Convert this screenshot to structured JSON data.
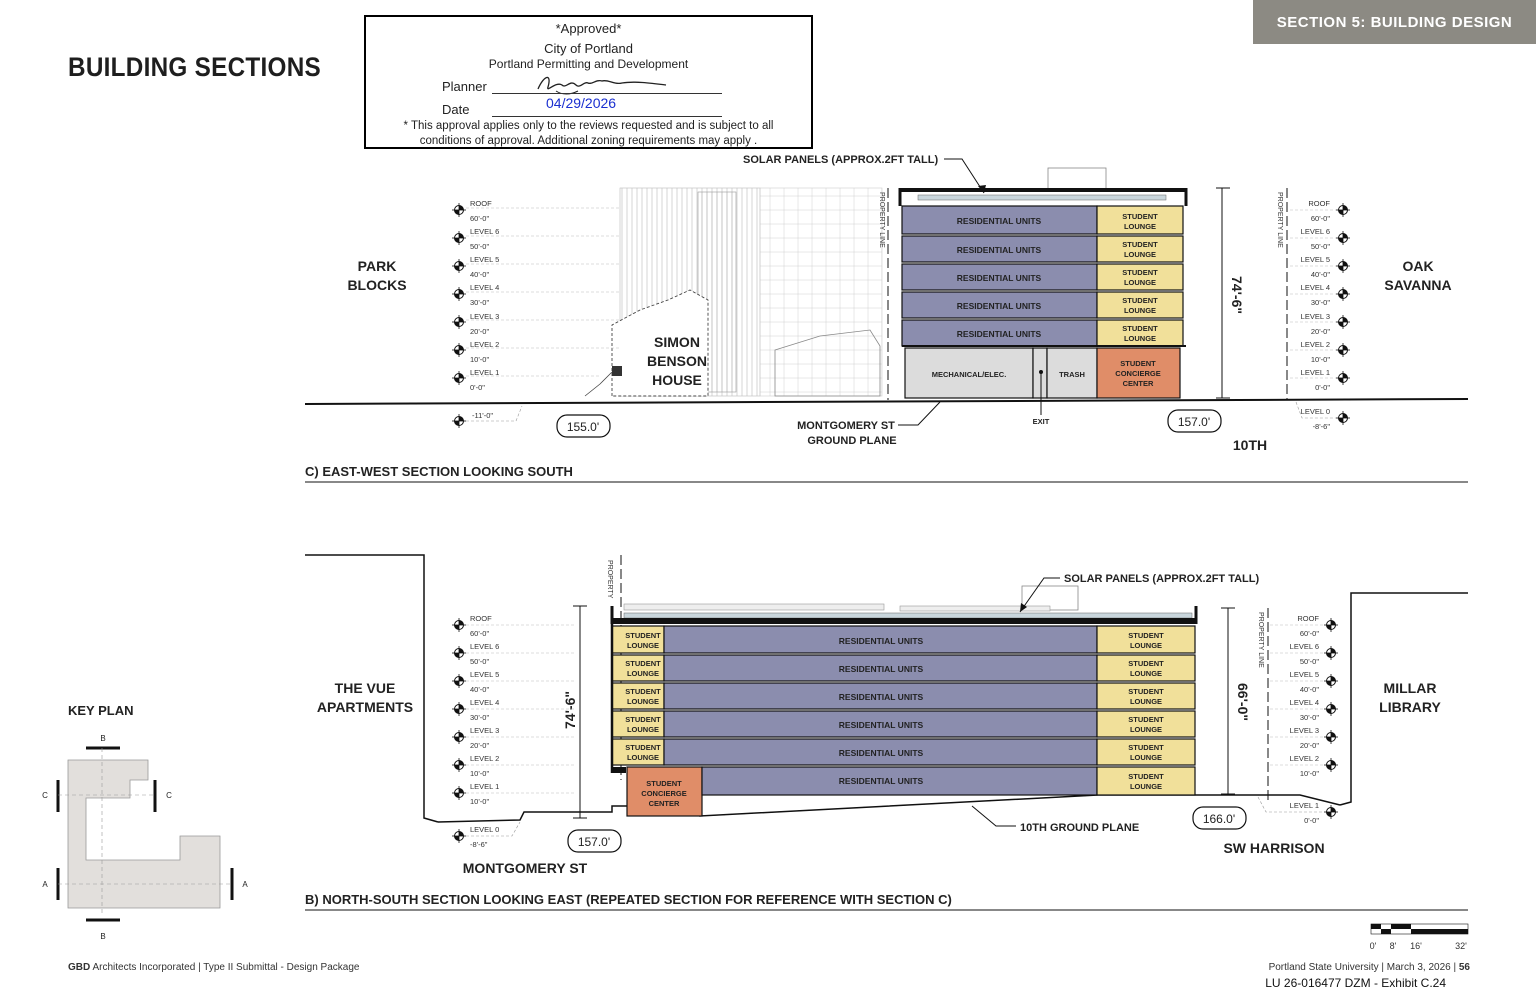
{
  "header": {
    "section_badge": "SECTION 5: BUILDING DESIGN",
    "page_title": "BUILDING SECTIONS"
  },
  "stamp": {
    "approved": "*Approved*",
    "city": "City of Portland",
    "bureau": "Portland Permitting and Development",
    "planner_label": "Planner",
    "date_label": "Date",
    "date_value": "04/29/2026",
    "note_line1": "* This approval applies only to the reviews requested and is subject to all",
    "note_line2": "conditions of approval. Additional zoning requirements may   apply  ."
  },
  "section_c": {
    "caption": "C)  EAST-WEST SECTION LOOKING SOUTH",
    "solar_label": "SOLAR PANELS (APPROX.2FT TALL)",
    "left_neighbor": [
      "PARK",
      "BLOCKS"
    ],
    "right_neighbor": [
      "OAK",
      "SAVANNA"
    ],
    "adjacent_building": [
      "SIMON",
      "BENSON",
      "HOUSE"
    ],
    "ground_label": [
      "MONTGOMERY ST",
      "GROUND PLANE"
    ],
    "street_right": "10TH",
    "height": "74'-6\"",
    "property_line": "PROPERTY LINE",
    "elev_left_value": "155.0'",
    "elev_right_value": "157.0'",
    "exit": "EXIT",
    "levels_left": [
      {
        "name": "ROOF",
        "value": "60'-0\""
      },
      {
        "name": "LEVEL 6",
        "value": "50'-0\""
      },
      {
        "name": "LEVEL 5",
        "value": "40'-0\""
      },
      {
        "name": "LEVEL 4",
        "value": "30'-0\""
      },
      {
        "name": "LEVEL 3",
        "value": "20'-0\""
      },
      {
        "name": "LEVEL 2",
        "value": "10'-0\""
      },
      {
        "name": "LEVEL 1",
        "value": "0'-0\""
      }
    ],
    "below_grade_left": "-11'-0\"",
    "levels_right": [
      {
        "name": "ROOF",
        "value": "60'-0\""
      },
      {
        "name": "LEVEL 6",
        "value": "50'-0\""
      },
      {
        "name": "LEVEL 5",
        "value": "40'-0\""
      },
      {
        "name": "LEVEL 4",
        "value": "30'-0\""
      },
      {
        "name": "LEVEL 3",
        "value": "20'-0\""
      },
      {
        "name": "LEVEL 2",
        "value": "10'-0\""
      },
      {
        "name": "LEVEL 1",
        "value": "0'-0\""
      }
    ],
    "level0_right": {
      "name": "LEVEL 0",
      "value": "-8'-6\""
    },
    "floors": [
      {
        "main": "RESIDENTIAL UNITS",
        "side": [
          "STUDENT",
          "LOUNGE"
        ]
      },
      {
        "main": "RESIDENTIAL UNITS",
        "side": [
          "STUDENT",
          "LOUNGE"
        ]
      },
      {
        "main": "RESIDENTIAL UNITS",
        "side": [
          "STUDENT",
          "LOUNGE"
        ]
      },
      {
        "main": "RESIDENTIAL UNITS",
        "side": [
          "STUDENT",
          "LOUNGE"
        ]
      },
      {
        "main": "RESIDENTIAL UNITS",
        "side": [
          "STUDENT",
          "LOUNGE"
        ]
      }
    ],
    "ground_floor": {
      "mech": "MECHANICAL/ELEC.",
      "trash": "TRASH",
      "concierge": [
        "STUDENT",
        "CONCIERGE",
        "CENTER"
      ]
    }
  },
  "section_b": {
    "caption": "B)  NORTH-SOUTH SECTION LOOKING EAST (REPEATED SECTION FOR REFERENCE WITH SECTION C)",
    "solar_label": "SOLAR PANELS (APPROX.2FT TALL)",
    "left_neighbor": [
      "THE VUE",
      "APARTMENTS"
    ],
    "right_neighbor": [
      "MILLAR",
      "LIBRARY"
    ],
    "street_left": "MONTGOMERY ST",
    "street_right": "SW HARRISON",
    "ground_label": "10TH GROUND PLANE",
    "height_left": "74'-6\"",
    "height_right": "66'-0\"",
    "property_label": "PROPERTY",
    "property_line": "PROPERTY LINE",
    "elev_left_value": "157.0'",
    "elev_right_value": "166.0'",
    "levels_left": [
      {
        "name": "ROOF",
        "value": "60'-0\""
      },
      {
        "name": "LEVEL 6",
        "value": "50'-0\""
      },
      {
        "name": "LEVEL 5",
        "value": "40'-0\""
      },
      {
        "name": "LEVEL 4",
        "value": "30'-0\""
      },
      {
        "name": "LEVEL 3",
        "value": "20'-0\""
      },
      {
        "name": "LEVEL 2",
        "value": "10'-0\""
      },
      {
        "name": "LEVEL 1",
        "value": "10'-0\""
      }
    ],
    "level0_left": {
      "name": "LEVEL 0",
      "value": "-8'-6\""
    },
    "levels_right": [
      {
        "name": "ROOF",
        "value": "60'-0\""
      },
      {
        "name": "LEVEL 6",
        "value": "50'-0\""
      },
      {
        "name": "LEVEL 5",
        "value": "40'-0\""
      },
      {
        "name": "LEVEL 4",
        "value": "30'-0\""
      },
      {
        "name": "LEVEL 3",
        "value": "20'-0\""
      },
      {
        "name": "LEVEL 2",
        "value": "10'-0\""
      }
    ],
    "level1_right": {
      "name": "LEVEL 1",
      "value": "0'-0\""
    },
    "floors": [
      {
        "main": "RESIDENTIAL UNITS",
        "left": [
          "STUDENT",
          "LOUNGE"
        ],
        "right": [
          "STUDENT",
          "LOUNGE"
        ]
      },
      {
        "main": "RESIDENTIAL UNITS",
        "left": [
          "STUDENT",
          "LOUNGE"
        ],
        "right": [
          "STUDENT",
          "LOUNGE"
        ]
      },
      {
        "main": "RESIDENTIAL UNITS",
        "left": [
          "STUDENT",
          "LOUNGE"
        ],
        "right": [
          "STUDENT",
          "LOUNGE"
        ]
      },
      {
        "main": "RESIDENTIAL UNITS",
        "left": [
          "STUDENT",
          "LOUNGE"
        ],
        "right": [
          "STUDENT",
          "LOUNGE"
        ]
      },
      {
        "main": "RESIDENTIAL UNITS",
        "left": [
          "STUDENT",
          "LOUNGE"
        ],
        "right": [
          "STUDENT",
          "LOUNGE"
        ]
      }
    ],
    "ground_floor": {
      "concierge": [
        "STUDENT",
        "CONCIERGE",
        "CENTER"
      ],
      "main": "RESIDENTIAL UNITS",
      "right": [
        "STUDENT",
        "LOUNGE"
      ]
    }
  },
  "key_plan": {
    "title": "KEY PLAN",
    "markers": [
      "B",
      "B",
      "C",
      "C",
      "A",
      "A"
    ]
  },
  "scale_bar": {
    "ticks": [
      "0'",
      "8'",
      "16'",
      "32'"
    ]
  },
  "footer": {
    "firm": "GBD",
    "firm_rest": " Architects Incorporated  |  Type II Submittal - Design Package",
    "right": "Portland State University  |  March 3, 2026  |  ",
    "page_number": "56",
    "exhibit": "LU 26-016477 DZM - Exhibit C.24"
  },
  "colors": {
    "residential": "#8b8dae",
    "lounge": "#f1e09a",
    "concierge": "#e08d68",
    "service": "#dcdcdc",
    "badge": "#8c8a83"
  }
}
